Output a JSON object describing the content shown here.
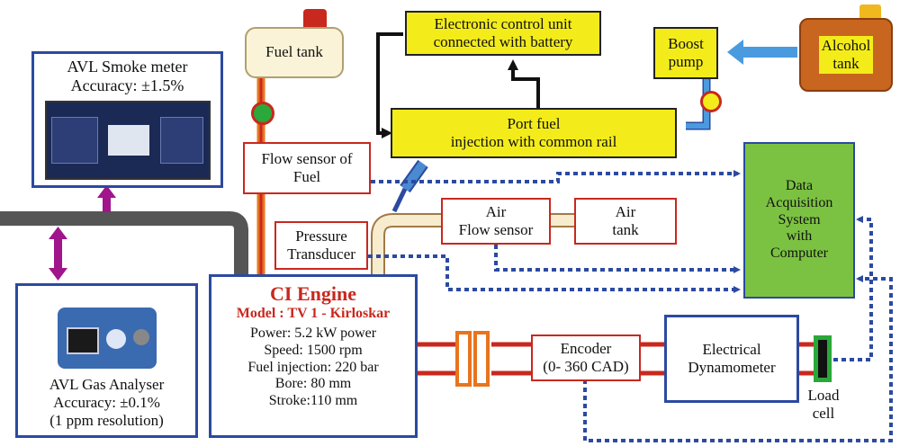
{
  "smoke_meter": {
    "title": "AVL Smoke meter",
    "accuracy": "Accuracy: ±1.5%"
  },
  "gas_analyser": {
    "title": "AVL Gas Analyser",
    "accuracy": "Accuracy: ±0.1%",
    "resolution": "(1 ppm resolution)"
  },
  "fuel_tank": {
    "label": "Fuel tank"
  },
  "ecu": {
    "line1": "Electronic control unit",
    "line2": "connected with battery"
  },
  "boost_pump": {
    "line1": "Boost",
    "line2": "pump"
  },
  "alcohol_tank": {
    "line1": "Alcohol",
    "line2": "tank"
  },
  "port_fuel": {
    "line1": "Port fuel",
    "line2": "injection with common rail"
  },
  "flow_sensor": {
    "line1": "Flow sensor of",
    "line2": "Fuel"
  },
  "daq": {
    "line1": "Data",
    "line2": "Acquisition",
    "line3": "System",
    "line4": "with",
    "line5": "Computer"
  },
  "air_flow": {
    "line1": "Air",
    "line2": "Flow sensor"
  },
  "air_tank": {
    "line1": "Air",
    "line2": "tank"
  },
  "pressure": {
    "line1": "Pressure",
    "line2": "Transducer"
  },
  "engine": {
    "title": "CI Engine",
    "model": "Model : TV 1 - Kirloskar",
    "specs": [
      "Power: 5.2 kW power",
      "Speed: 1500 rpm",
      "Fuel injection: 220 bar",
      "Bore: 80 mm",
      "Stroke:110 mm"
    ]
  },
  "encoder": {
    "line1": "Encoder",
    "line2": "(0- 360 CAD)"
  },
  "dynamometer": {
    "line1": "Electrical",
    "line2": "Dynamometer"
  },
  "load_cell": {
    "line1": "Load",
    "line2": "cell"
  },
  "colors": {
    "blue": "#2b4aa0",
    "red": "#c8281e",
    "yellow": "#f3ec1a",
    "green": "#7cc242",
    "magenta": "#a0148c",
    "orange": "#e8741e",
    "alcohol": "#c8651e"
  }
}
